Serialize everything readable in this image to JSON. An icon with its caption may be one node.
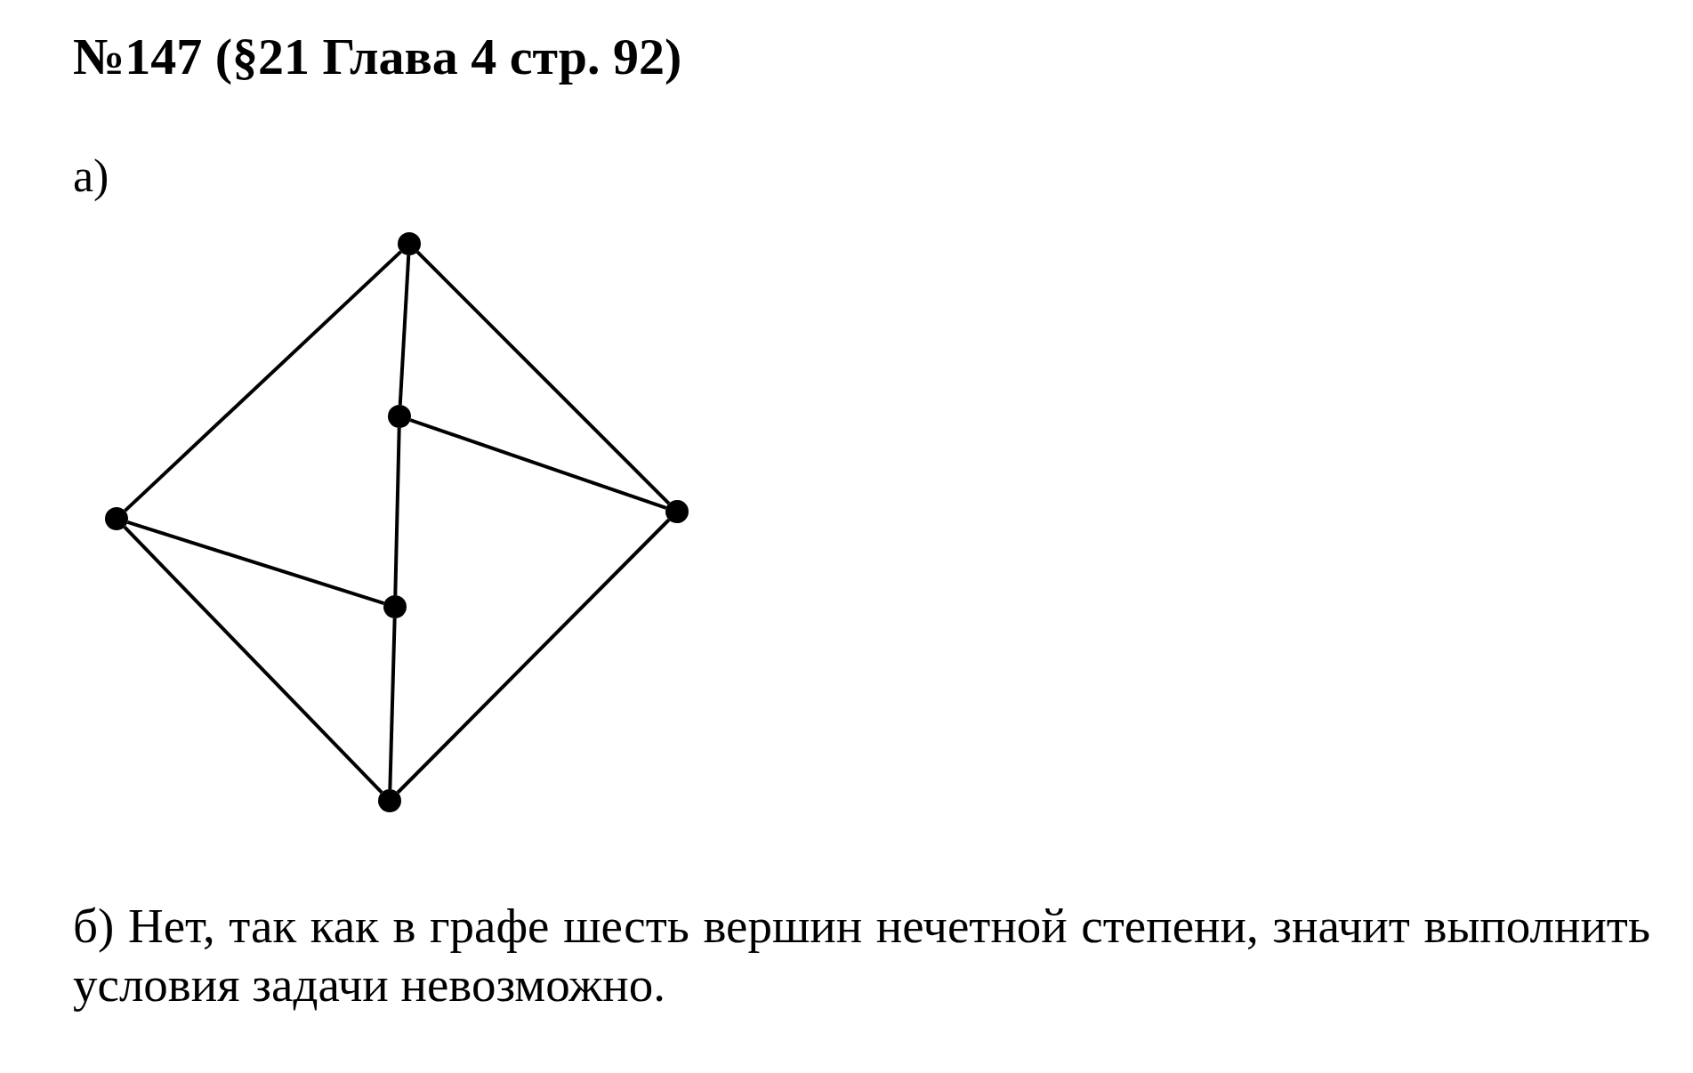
{
  "diagram": {
    "title": "№147 (§21 Глава 4 стр. 92)",
    "nodes": [
      {
        "text": [],
        "shape": "circle"
      },
      {
        "text": [],
        "shape": "circle"
      },
      {
        "text": [],
        "shape": "circle"
      },
      {
        "text": [],
        "shape": "circle"
      },
      {
        "text": [],
        "shape": "circle"
      },
      {
        "text": [],
        "shape": "circle"
      }
    ],
    "edges": [
      {
        "from": 0,
        "to": 3,
        "arrow": "none"
      },
      {
        "from": 0,
        "to": 2,
        "arrow": "none"
      },
      {
        "from": 0,
        "to": 1,
        "arrow": "none"
      },
      {
        "from": 1,
        "to": 2,
        "arrow": "none"
      },
      {
        "from": 1,
        "to": 4,
        "arrow": "none"
      },
      {
        "from": 3,
        "to": 4,
        "arrow": "none"
      },
      {
        "from": 3,
        "to": 5,
        "arrow": "none"
      },
      {
        "from": 4,
        "to": 5,
        "arrow": "none"
      },
      {
        "from": 5,
        "to": 2,
        "arrow": "none"
      }
    ],
    "labels": [
      "а)",
      "б) Нет, так как в графе шесть вершин нечетной степени, значит выполнить условия задачи невозможно."
    ]
  }
}
